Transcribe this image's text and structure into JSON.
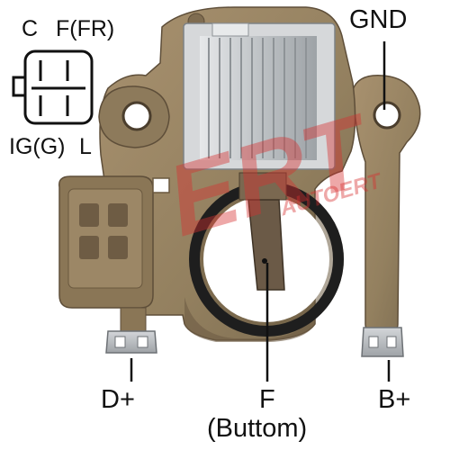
{
  "connector_legend": {
    "pin_c": "C",
    "pin_f_fr": "F(FR)",
    "pin_ig_g": "IG(G)",
    "pin_l": "L"
  },
  "terminals": {
    "gnd": "GND",
    "d_plus": "D+",
    "f": "F",
    "f_note": "(Buttom)",
    "b_plus": "B+"
  },
  "watermark": {
    "big": "ERT",
    "small": "AUTOERT",
    "color": "#d63030"
  },
  "colors": {
    "housing": "#9a8466",
    "housing_dark": "#6e5c44",
    "heatsink": "#c9cccf",
    "ring": "#222222",
    "terminal": "#b9bcbf"
  },
  "icons": [
    "connector-pinout-icon",
    "heatsink-icon",
    "mounting-hole-icon"
  ]
}
